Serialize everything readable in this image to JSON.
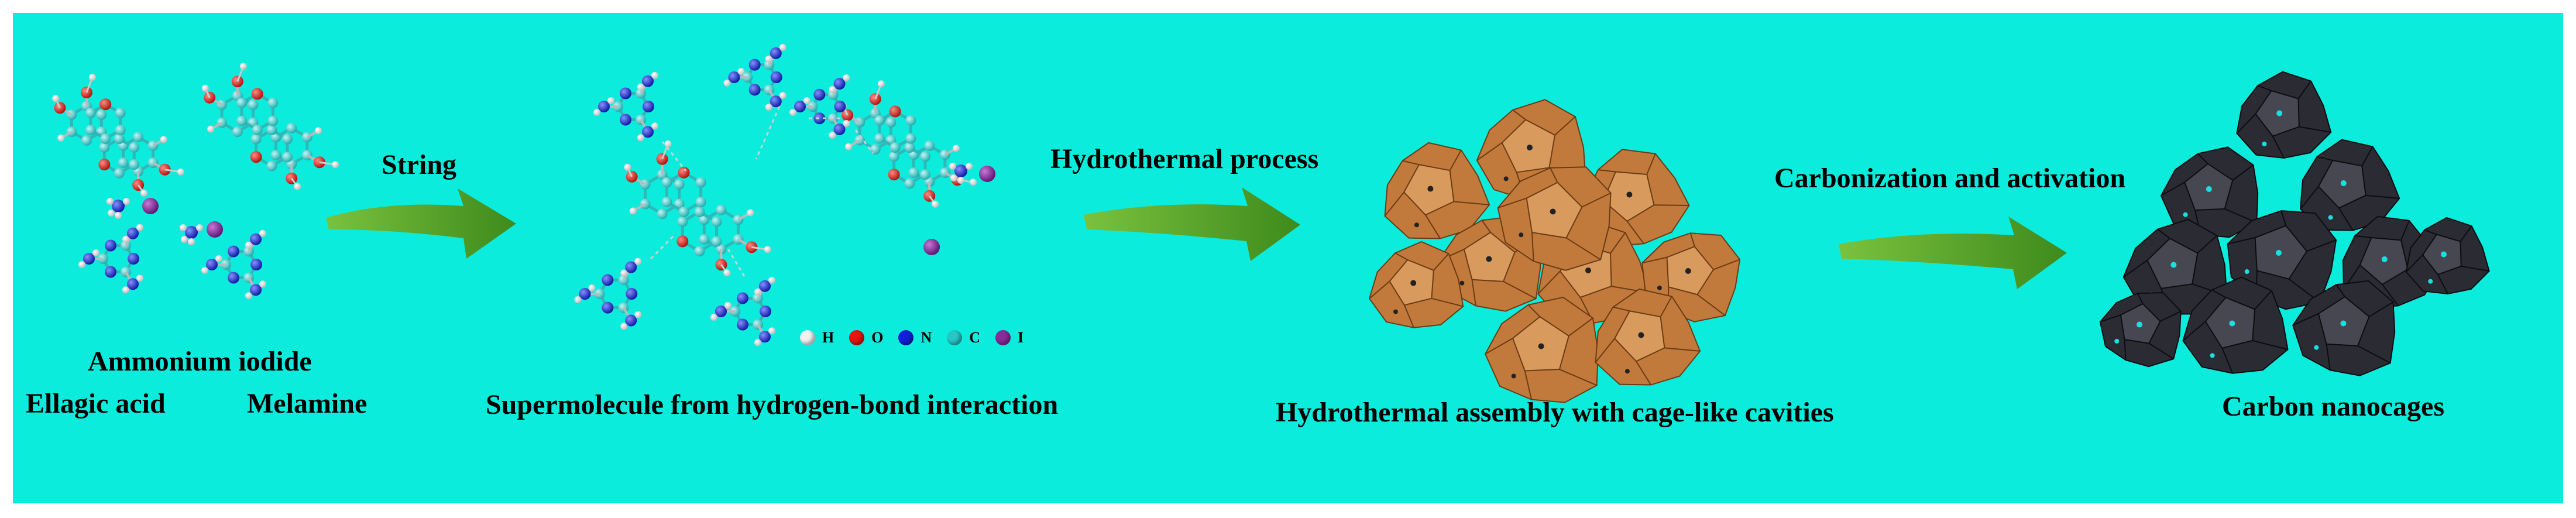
{
  "stage1": {
    "molecule_top": "Ammonium iodide",
    "molecule_left": "Ellagic acid",
    "molecule_right": "Melamine"
  },
  "arrow1": {
    "label": "String"
  },
  "stage2": {
    "caption": "Supermolecule from hydrogen-bond interaction"
  },
  "legend": [
    {
      "symbol": "H",
      "color": "#f2f2f2"
    },
    {
      "symbol": "O",
      "color": "#e8140f"
    },
    {
      "symbol": "N",
      "color": "#1020d8"
    },
    {
      "symbol": "C",
      "color": "#27c7c7"
    },
    {
      "symbol": "I",
      "color": "#8b2a9b"
    }
  ],
  "arrow2": {
    "label": "Hydrothermal process"
  },
  "stage3": {
    "caption": "Hydrothermal assembly with cage-like cavities"
  },
  "arrow3": {
    "label": "Carbonization and activation"
  },
  "stage4": {
    "caption": "Carbon nanocages"
  },
  "colors": {
    "background": "#0cecdd",
    "arrow": "#5aa62a",
    "cage_brown": "#c27a3c",
    "cage_black": "#2b2b33",
    "pore_cyan": "#19e0e0"
  }
}
